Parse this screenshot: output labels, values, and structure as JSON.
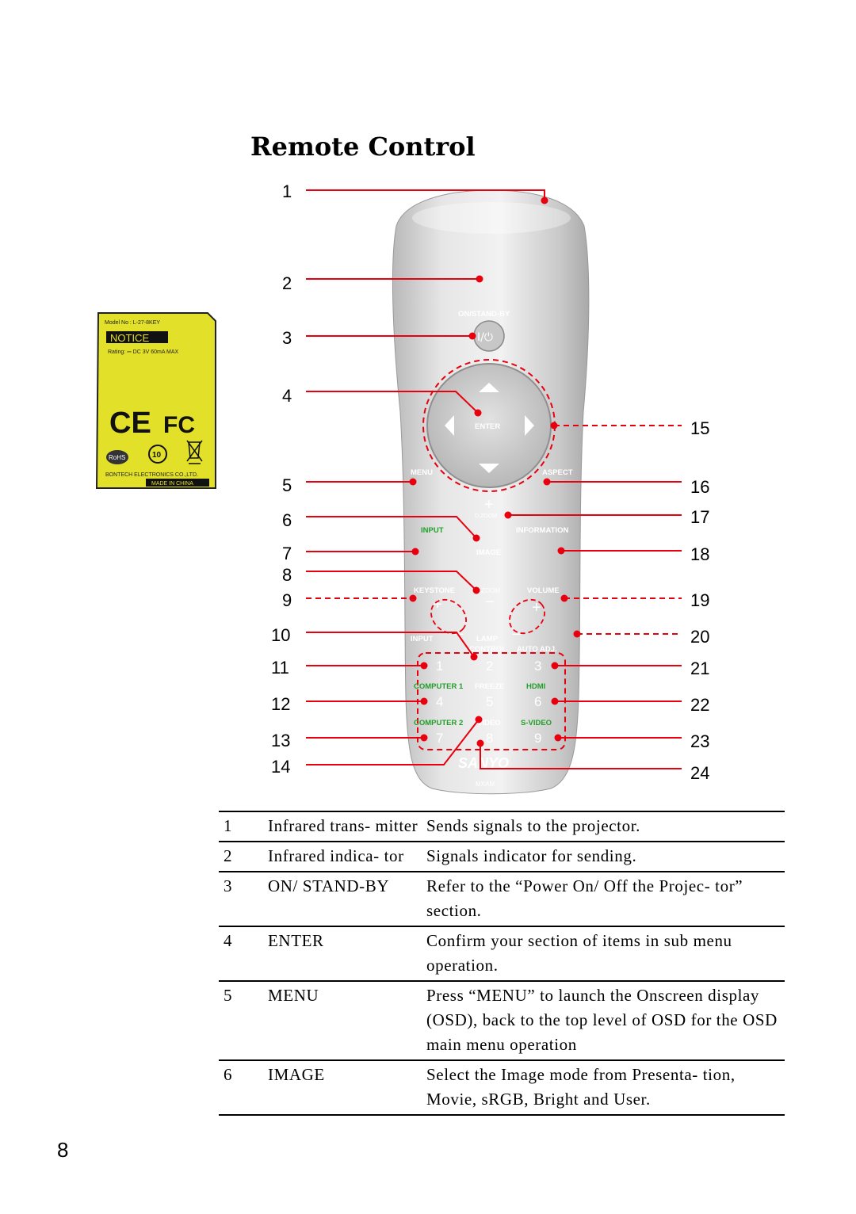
{
  "page": {
    "title": "Remote Control",
    "page_number": "8"
  },
  "callouts": {
    "left": [
      "1",
      "2",
      "3",
      "4",
      "5",
      "6",
      "7",
      "8",
      "9",
      "10",
      "11",
      "12",
      "13",
      "14"
    ],
    "right": [
      "15",
      "16",
      "17",
      "18",
      "19",
      "20",
      "21",
      "22",
      "23",
      "24"
    ]
  },
  "remote": {
    "on_standby": "ON/STAND-BY",
    "power_symbol": "I/⏻",
    "enter": "ENTER",
    "menu": "MENU",
    "aspect": "ASPECT",
    "dzoom_plus": "D.ZOOM",
    "input": "INPUT",
    "information": "INFORMATION",
    "image": "IMAGE",
    "keystone": "KEYSTONE",
    "dzoom_minus": "D.ZOOM",
    "volume": "VOLUME",
    "input_source": "INPUT",
    "lamp": "LAMP",
    "control": "CONTROL",
    "auto_adj": "AUTO ADJ.",
    "computer1": "COMPUTER 1",
    "freeze": "FREEZE",
    "hdmi": "HDMI",
    "computer2": "COMPUTER 2",
    "video": "VIDEO",
    "svideo": "S-VIDEO",
    "keys": [
      "1",
      "2",
      "3",
      "4",
      "5",
      "6",
      "7",
      "8",
      "9"
    ],
    "brand": "SANYO",
    "model_mark": "MXAM"
  },
  "notice_label": {
    "model": "Model No : L-27-8KEY",
    "notice": "NOTICE",
    "rating": "Rating: ⎓ DC 3V 60mA MAX",
    "ce": "CE",
    "fc": "FC",
    "rohs": "RoHS",
    "ten": "10",
    "company": "BONTECH ELECTRONICS CO.,LTD.",
    "made_in": "MADE IN CHINA",
    "colors": {
      "label": "#e2e029",
      "border": "#000000"
    }
  },
  "accent_colors": {
    "callout": "#e8000f",
    "input_green": "#22a02a",
    "remote_body": "#d8d8d8"
  },
  "table": [
    {
      "num": "1",
      "feature": "Infrared trans- mitter",
      "description": "Sends signals to the projector."
    },
    {
      "num": "2",
      "feature": "Infrared indica- tor",
      "description": "Signals indicator for sending."
    },
    {
      "num": "3",
      "feature": "ON/ STAND-BY",
      "description": "Refer to the “Power On/ Off the Projec- tor” section."
    },
    {
      "num": "4",
      "feature": "ENTER",
      "description": "Confirm your section of items in sub menu operation."
    },
    {
      "num": "5",
      "feature": "MENU",
      "description": "Press “MENU” to launch the Onscreen display (OSD), back to the top level of OSD for the OSD main menu operation"
    },
    {
      "num": "6",
      "feature": "IMAGE",
      "description": "Select the Image mode from Presenta- tion, Movie, sRGB, Bright and User."
    }
  ]
}
